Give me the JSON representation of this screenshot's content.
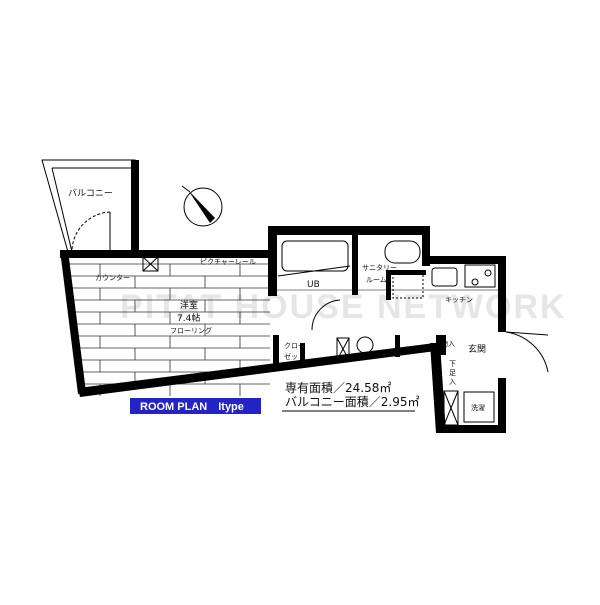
{
  "watermark": "PITAT HOUSE NETWORK",
  "plan_label": "ROOM PLAN　Itype",
  "rooms": {
    "balcony": "バルコニー",
    "counter": "カウンター",
    "picture_rail": "ピクチャーレール",
    "western_room": "洋室",
    "western_room_size": "7.4帖",
    "flooring": "フローリング",
    "unit_bath": "UB",
    "sanitary_1": "サニタリー",
    "sanitary_2": "ルーム",
    "kitchen": "キッチン",
    "closet_1": "クロー",
    "closet_2": "ゼット",
    "storage": "物入",
    "entrance": "玄関",
    "shoe_1": "下",
    "shoe_2": "足",
    "shoe_3": "入",
    "laundry": "洗濯"
  },
  "areas": {
    "exclusive": "専有面積／24.58㎡",
    "balcony": "バルコニー面積／2.95㎡"
  },
  "colors": {
    "wall": "#000000",
    "plan_label_bg": "#2323c8"
  }
}
